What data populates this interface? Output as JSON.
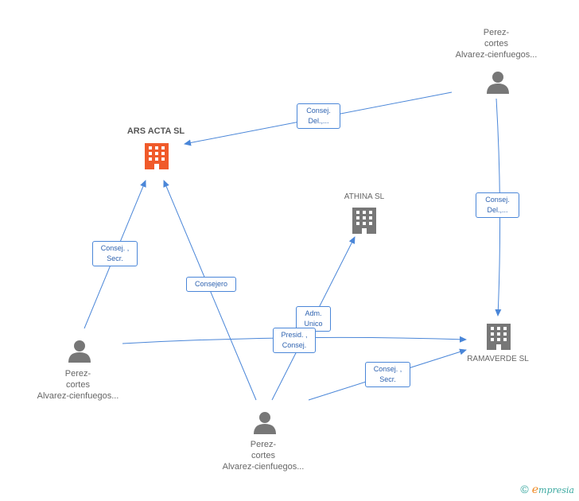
{
  "nodes": {
    "ars_acta": {
      "label": "ARS ACTA SL",
      "color": "#f05a2a"
    },
    "athina": {
      "label": "ATHINA SL",
      "color": "#777777"
    },
    "ramaverde": {
      "label": "RAMAVERDE SL",
      "color": "#777777"
    },
    "person_top": {
      "line1": "Perez-",
      "line2": "cortes",
      "line3": "Alvarez-cienfuegos..."
    },
    "person_left": {
      "line1": "Perez-",
      "line2": "cortes",
      "line3": "Alvarez-cienfuegos..."
    },
    "person_bottom": {
      "line1": "Perez-",
      "line2": "cortes",
      "line3": "Alvarez-cienfuegos..."
    }
  },
  "edges": {
    "top_to_ars": {
      "line1": "Consej.",
      "line2": "Del.,..."
    },
    "top_to_rama": {
      "line1": "Consej.",
      "line2": "Del.,..."
    },
    "left_to_ars": {
      "line1": "Consej. ,",
      "line2": "Secr."
    },
    "bottom_to_ars": {
      "line1": "Consejero"
    },
    "bottom_to_athina": {
      "line1": "Adm.",
      "line2": "Unico"
    },
    "left_to_rama": {
      "line1": "Presid. ,",
      "line2": "Consej."
    },
    "bottom_to_rama": {
      "line1": "Consej. ,",
      "line2": "Secr."
    }
  },
  "colors": {
    "edge": "#4a86d8",
    "person": "#777777"
  },
  "footer": {
    "copyright": "©",
    "brand_initial": "e",
    "brand_rest": "mpresia"
  }
}
